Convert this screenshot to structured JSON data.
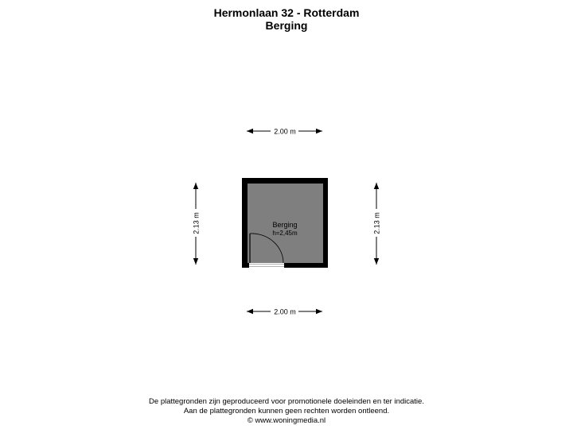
{
  "header": {
    "address": "Hermonlaan 32 - Rotterdam",
    "floor": "Berging"
  },
  "plan": {
    "room_name": "Berging",
    "room_height": "h=2,45m",
    "dim_top": "2.00 m",
    "dim_bottom": "2.00 m",
    "dim_left": "2.13 m",
    "dim_right": "2.13 m"
  },
  "footer": {
    "line1": "De plattegronden zijn geproduceerd voor promotionele doeleinden en ter indicatie.",
    "line2": "Aan de plattegronden kunnen geen rechten worden ontleend.",
    "line3": "© www.woningmedia.nl"
  },
  "colors": {
    "wall": "#000000",
    "floor": "#7f7f7f",
    "arrow": "#000000"
  }
}
